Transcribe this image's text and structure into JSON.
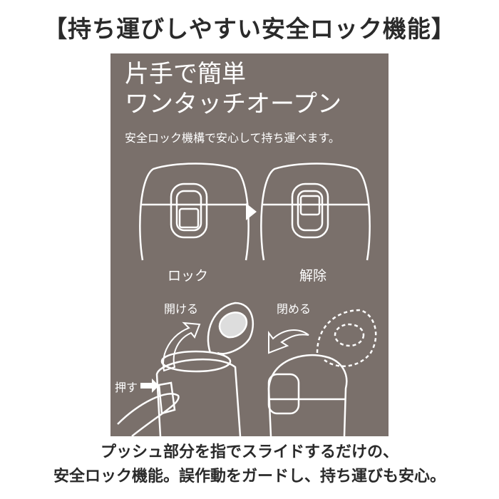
{
  "title": "【持ち運びしやすい安全ロック機能】",
  "panel": {
    "heading_line1": "片手で簡単",
    "heading_line2": "ワンタッチオープン",
    "subtitle": "安全ロック機構で安心して持ち運べます。",
    "lock_label": "ロック",
    "unlock_label": "解除",
    "open_label": "開ける",
    "close_label": "閉める",
    "push_label": "押す"
  },
  "caption": {
    "line1": "プッシュ部分を指でスライドするだけの、",
    "line2": "安全ロック機能。誤作動をガードし、持ち運びも安心。"
  },
  "colors": {
    "panel_bg": "#7a706b",
    "line": "#ffffff",
    "text": "#2a2a2a"
  }
}
